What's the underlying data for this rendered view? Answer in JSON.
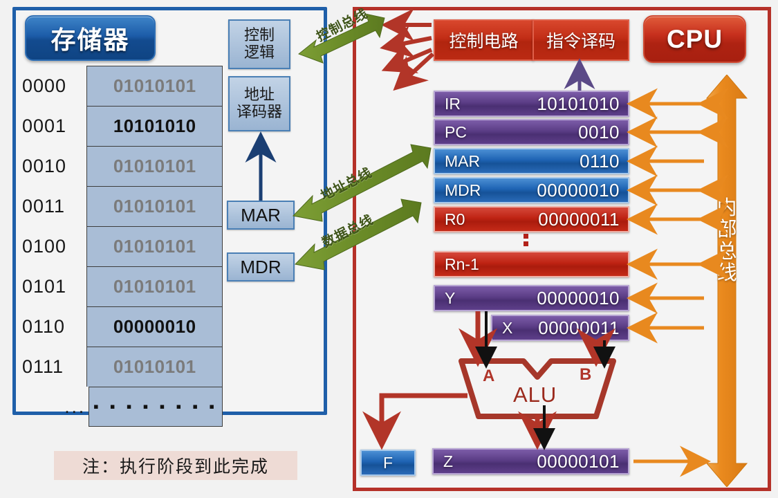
{
  "memory": {
    "title": "存储器",
    "control_logic": [
      "控制",
      "逻辑"
    ],
    "address_decoder": [
      "地址",
      "译码器"
    ],
    "mar_label": "MAR",
    "mdr_label": "MDR",
    "rows": [
      {
        "addr": "0000",
        "value": "01010101",
        "highlight": false
      },
      {
        "addr": "0001",
        "value": "10101010",
        "highlight": true
      },
      {
        "addr": "0010",
        "value": "01010101",
        "highlight": false
      },
      {
        "addr": "0011",
        "value": "01010101",
        "highlight": false
      },
      {
        "addr": "0100",
        "value": "01010101",
        "highlight": false
      },
      {
        "addr": "0101",
        "value": "01010101",
        "highlight": false
      },
      {
        "addr": "0110",
        "value": "00000010",
        "highlight": true
      },
      {
        "addr": "0111",
        "value": "01010101",
        "highlight": false
      },
      {
        "addr": "...",
        "value": "▪ ▪ ▪ ▪ ▪ ▪ ▪ ▪",
        "highlight": false
      }
    ]
  },
  "note": "注：执行阶段到此完成",
  "cpu": {
    "badge": "CPU",
    "control_circuit": "控制电路",
    "instruction_decode": "指令译码",
    "alu_label": "ALU",
    "alu_input_a": "A",
    "alu_input_b": "B",
    "registers": [
      {
        "name": "IR",
        "value": "10101010",
        "color": "purple"
      },
      {
        "name": "PC",
        "value": "0010",
        "color": "purple"
      },
      {
        "name": "MAR",
        "value": "0110",
        "color": "blue"
      },
      {
        "name": "MDR",
        "value": "00000010",
        "color": "blue"
      },
      {
        "name": "R0",
        "value": "00000011",
        "color": "red"
      },
      {
        "name": "Rn-1",
        "value": "",
        "color": "red"
      },
      {
        "name": "Y",
        "value": "00000010",
        "color": "purple"
      },
      {
        "name": "X",
        "value": "00000011",
        "color": "purple"
      },
      {
        "name": "F",
        "value": "",
        "color": "blue"
      },
      {
        "name": "Z",
        "value": "00000101",
        "color": "purple"
      }
    ]
  },
  "buses": {
    "control_bus": "控制总线",
    "address_bus": "地址总线",
    "data_bus": "数据总线",
    "internal_bus": [
      "内",
      "部",
      "总",
      "线"
    ]
  },
  "colors": {
    "memory_border": "#1f5fa9",
    "cpu_border": "#b53129",
    "internal_bus": "#e8891f",
    "green_bus": "#6b8e23",
    "alu_outline": "#a6372a"
  }
}
